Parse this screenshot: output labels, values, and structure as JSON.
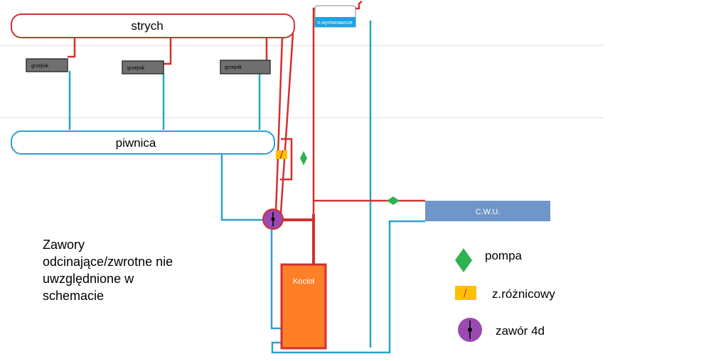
{
  "diagram": {
    "labels": {
      "attic": "strych",
      "basement": "piwnica",
      "radiator_1": "grzejnik",
      "radiator_2": "grzejnik",
      "radiator_3": "grzejnik",
      "expansion_tank": "n.wyrównawcze",
      "hot_water": "C.W.U.",
      "boiler": "Kocioł"
    },
    "note": {
      "line1": "Zawory",
      "line2": "odcinające/zwrotne nie",
      "line3": "uwzględnione w",
      "line4": "schemacie"
    },
    "legend": {
      "pump": "pompa",
      "differential_controller": "z.różnicowy",
      "four_way_valve": "zawór 4d",
      "differential_symbol": "/"
    },
    "colors": {
      "supply_pipe": "#d32f2f",
      "return_pipe": "#2aa1cc",
      "pump": "#2db24f",
      "differential_controller": "#ffc000",
      "four_way_valve": "#9a4ab0",
      "boiler": "#ff7f27",
      "radiator": "#707070",
      "hot_water_tank": "#6f95c9",
      "expansion_tank": "#1aa3e8"
    }
  }
}
